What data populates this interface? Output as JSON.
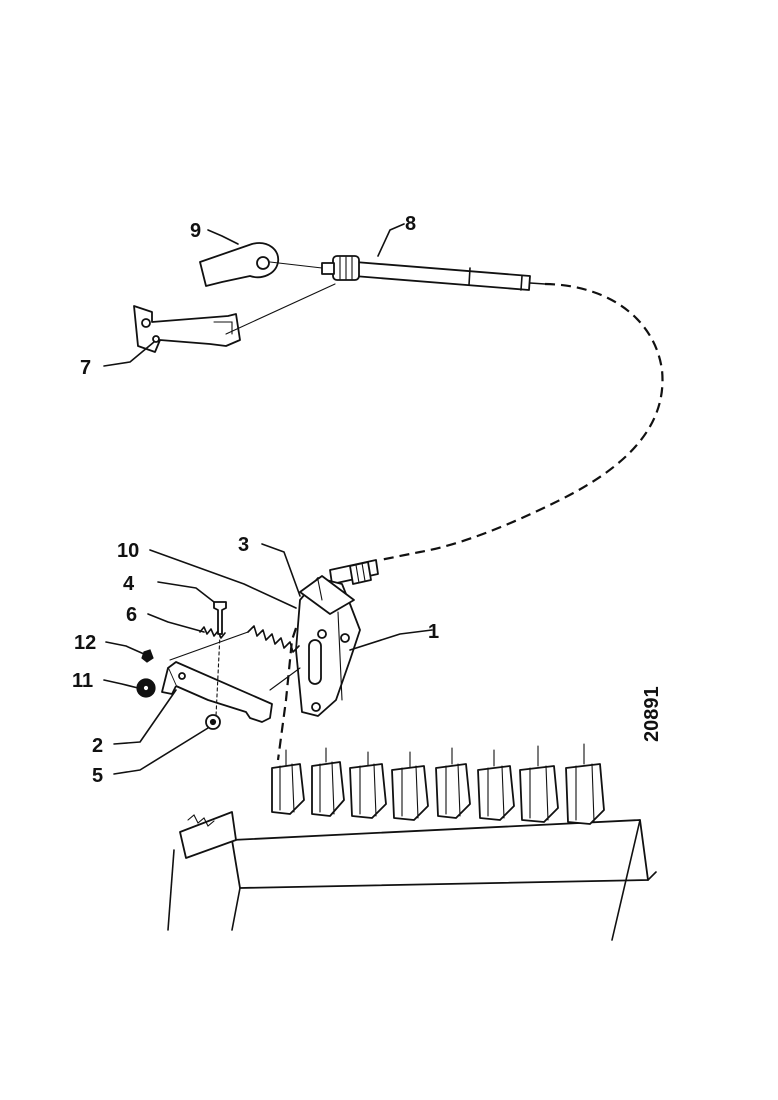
{
  "figure": {
    "drawing_number": "20891",
    "callouts": [
      {
        "id": "c1",
        "label": "1"
      },
      {
        "id": "c2",
        "label": "2"
      },
      {
        "id": "c3",
        "label": "3"
      },
      {
        "id": "c4",
        "label": "4"
      },
      {
        "id": "c5",
        "label": "5"
      },
      {
        "id": "c6",
        "label": "6"
      },
      {
        "id": "c7",
        "label": "7"
      },
      {
        "id": "c8",
        "label": "8"
      },
      {
        "id": "c9",
        "label": "9"
      },
      {
        "id": "c10",
        "label": "10"
      },
      {
        "id": "c11",
        "label": "11"
      },
      {
        "id": "c12",
        "label": "12"
      }
    ]
  }
}
